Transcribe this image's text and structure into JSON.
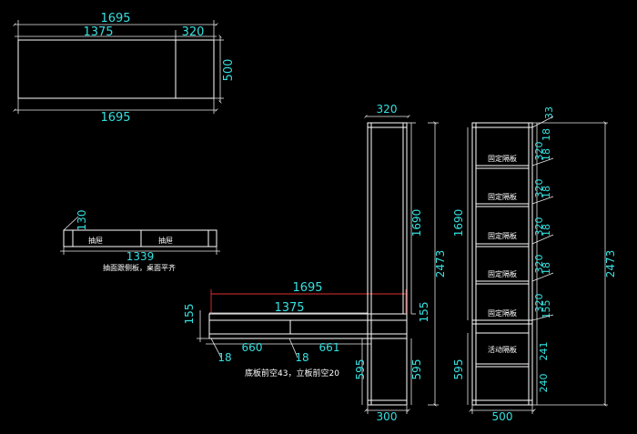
{
  "colors": {
    "background": "#000000",
    "lines": "#ffffff",
    "dimension_text": "#35e0e0",
    "highlight": "#e03030"
  },
  "top_view": {
    "overall_top": "1695",
    "left_part": "1375",
    "right_part": "320",
    "depth": "500",
    "overall_bottom": "1695"
  },
  "drawer_view": {
    "height": "130",
    "drawer_left": "抽屉",
    "drawer_right": "抽屉",
    "width": "1339",
    "note": "抽面跟侧板，桌面平齐"
  },
  "desk_front": {
    "overall": "1695",
    "inner": "1375",
    "left_height": "155",
    "right_height": "155",
    "side_left": "18",
    "bay_left": "660",
    "side_mid": "18",
    "bay_right": "661",
    "note": "底板前空43，立板前空20"
  },
  "column_side": {
    "width_top": "320",
    "upper_height": "1690",
    "total_height": "2473",
    "lower_height_left": "595",
    "lower_height_right": "595",
    "width_bottom": "300"
  },
  "column_front": {
    "top_gap": "33",
    "shelves": [
      "固定隔板",
      "固定隔板",
      "固定隔板",
      "固定隔板",
      "固定隔板"
    ],
    "movable_shelf": "活动隔板",
    "dims": [
      "18",
      "320",
      "18",
      "320",
      "18",
      "320",
      "18",
      "320",
      "18",
      "320",
      "155",
      "241",
      "240"
    ],
    "upper_height": "1690",
    "lower_height": "595",
    "total_height": "2473",
    "width": "500"
  }
}
